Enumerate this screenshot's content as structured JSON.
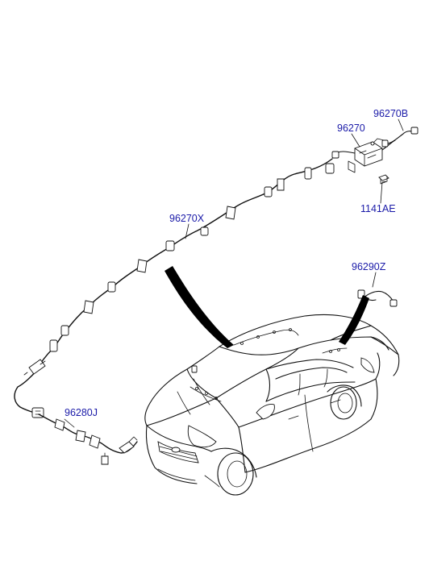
{
  "diagram": {
    "labels": {
      "p96270B": "96270B",
      "p96270": "96270",
      "p1141AE": "1141AE",
      "p96270X": "96270X",
      "p96290Z": "96290Z",
      "p96280J": "96280J"
    },
    "colors": {
      "label": "#1a1aa8",
      "line": "#111111",
      "background": "#ffffff"
    }
  }
}
